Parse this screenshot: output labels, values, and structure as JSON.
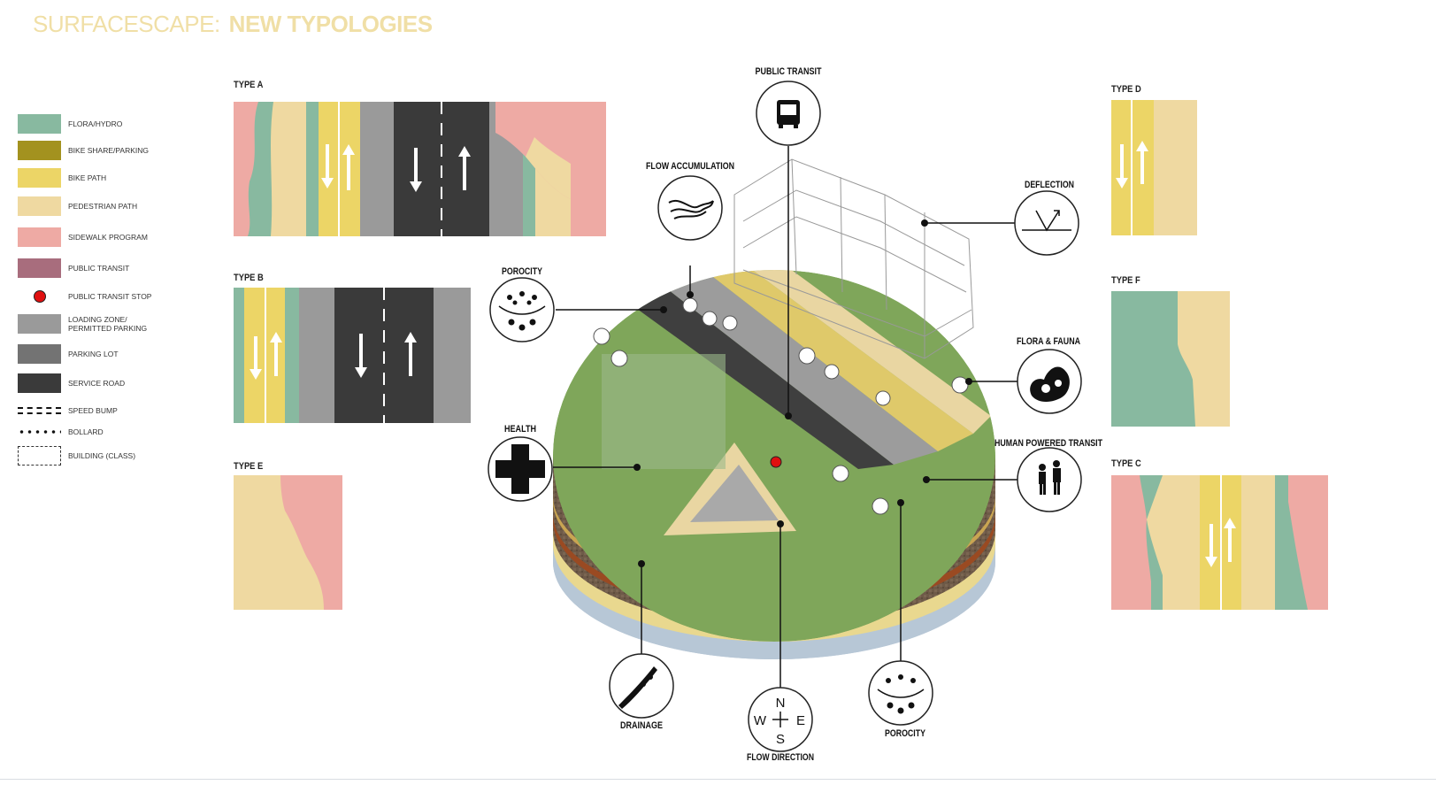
{
  "header": {
    "title_light": "SURFACESCAPE:",
    "title_bold": "NEW TYPOLOGIES"
  },
  "colors": {
    "flora_hydro": "#88b9a0",
    "bike_share": "#a3921f",
    "bike_path": "#ecd566",
    "pedestrian_path": "#efd9a1",
    "sidewalk_program": "#eeaaa4",
    "public_transit": "#a86d7d",
    "transit_stop": "#e01010",
    "loading_zone": "#9a9a9a",
    "parking_lot": "#737373",
    "service_road": "#3a3a3a",
    "grass": "#7fa65a",
    "soil": "#6e5a48",
    "base": "#b7c7d6"
  },
  "legend": {
    "items": [
      {
        "label": "FLORA/HYDRO",
        "swatch": "flora_hydro"
      },
      {
        "label": "BIKE SHARE/PARKING",
        "swatch": "bike_share"
      },
      {
        "label": "BIKE PATH",
        "swatch": "bike_path"
      },
      {
        "label": "PEDESTRIAN PATH",
        "swatch": "pedestrian_path"
      },
      {
        "label": "SIDEWALK PROGRAM",
        "swatch": "sidewalk_program"
      },
      {
        "label": "PUBLIC TRANSIT",
        "swatch": "public_transit"
      },
      {
        "label": "PUBLIC TRANSIT STOP",
        "swatch": "dot"
      },
      {
        "label": "LOADING ZONE/",
        "label2": "PERMITTED PARKING",
        "swatch": "loading_zone"
      },
      {
        "label": "PARKING LOT",
        "swatch": "parking_lot"
      },
      {
        "label": "SERVICE ROAD",
        "swatch": "service_road"
      },
      {
        "label": "SPEED BUMP",
        "swatch": "speedbump"
      },
      {
        "label": "BOLLARD",
        "swatch": "bollard"
      },
      {
        "label": "BUILDING (CLASS)",
        "swatch": "building"
      }
    ]
  },
  "typologies": {
    "a": "TYPE A",
    "b": "TYPE B",
    "c": "TYPE C",
    "d": "TYPE D",
    "e": "TYPE E",
    "f": "TYPE F"
  },
  "callouts": {
    "public_transit": "PUBLIC TRANSIT",
    "flow_accumulation": "FLOW ACCUMULATION",
    "porocity_left": "POROCITY",
    "health": "HEALTH",
    "deflection": "DEFLECTION",
    "flora_fauna": "FLORA & FAUNA",
    "human_powered": "HUMAN POWERED TRANSIT",
    "drainage": "DRAINAGE",
    "flow_direction": "FLOW DIRECTION",
    "porocity_right": "POROCITY"
  },
  "compass": {
    "n": "N",
    "s": "S",
    "e": "E",
    "w": "W"
  }
}
